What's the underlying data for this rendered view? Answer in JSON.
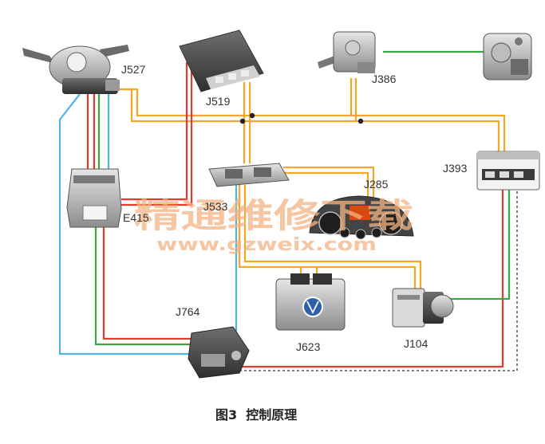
{
  "caption": "图3  控制原理",
  "watermark": {
    "main": "精通维修下载",
    "url": "www.gzweix.com"
  },
  "modules": {
    "j527": "J527",
    "j519": "J519",
    "j386": "J386",
    "j285": "J285",
    "j393": "J393",
    "e415": "E415",
    "j764": "J764",
    "j623": "J623",
    "j104": "J104",
    "gateway": "J533"
  },
  "colors": {
    "orange_bus": "#f5a623",
    "orange_light": "#ffd98a",
    "red": "#e8392b",
    "green": "#38a845",
    "blue": "#4db3e6",
    "dashed": "#555555"
  }
}
